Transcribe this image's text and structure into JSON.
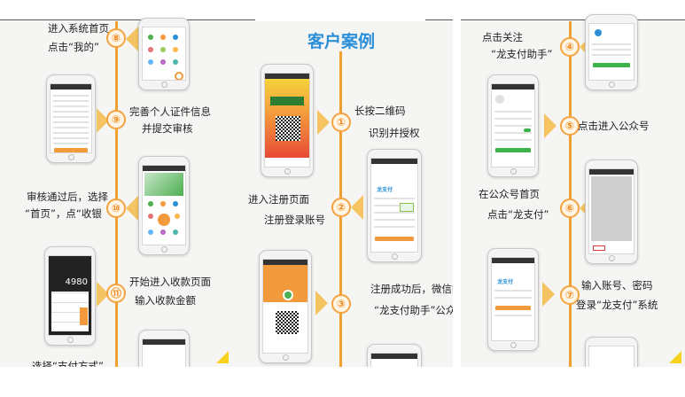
{
  "left_panel": {
    "steps": [
      {
        "number": "⑧",
        "lines": [
          "进入系统首页",
          "点击“我的”"
        ]
      },
      {
        "number": "⑨",
        "lines": [
          "完善个人证件信息",
          "并提交审核"
        ]
      },
      {
        "number": "⑩",
        "lines": [
          "审核通过后，选择",
          "“首页”，点“收银"
        ]
      },
      {
        "number": "⑪",
        "lines": [
          "开始进入收款页面",
          "输入收款金额"
        ]
      }
    ],
    "cut_text": "选择“支付方式”",
    "amount": "4980"
  },
  "middle_panel": {
    "title": "客户案例",
    "steps": [
      {
        "number": "①",
        "lines": [
          "长按二维码",
          "识别并授权"
        ]
      },
      {
        "number": "②",
        "lines": [
          "进入注册页面",
          "注册登录账号"
        ]
      },
      {
        "number": "③",
        "lines": [
          "注册成功后，微信搜",
          "“龙支付助手”公众"
        ]
      }
    ],
    "logo_text": "龙支付"
  },
  "right_panel": {
    "steps": [
      {
        "number": "④",
        "lines": [
          "点击关注",
          "“龙支付助手”"
        ]
      },
      {
        "number": "⑤",
        "lines": [
          "点击进入公众号"
        ]
      },
      {
        "number": "⑥",
        "lines": [
          "在公众号首页",
          "点击“龙支付”"
        ]
      },
      {
        "number": "⑦",
        "lines": [
          "输入账号、密码",
          "登录“龙支付”系统"
        ]
      }
    ],
    "logo_text": "龙支付"
  }
}
